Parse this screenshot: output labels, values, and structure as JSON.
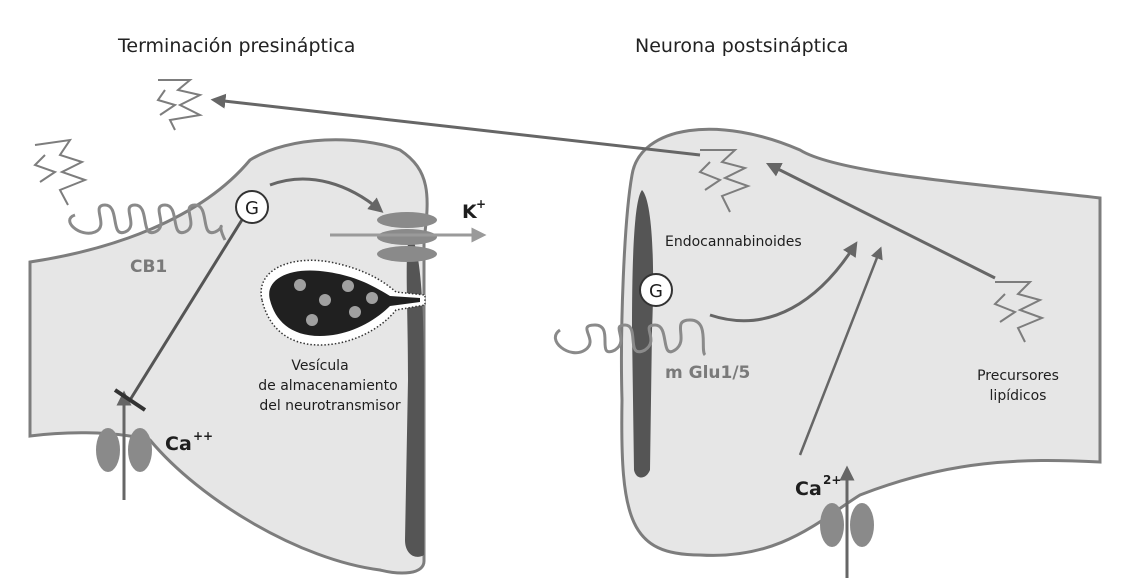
{
  "titles": {
    "presynaptic": "Terminación presináptica",
    "postsynaptic": "Neurona postsináptica"
  },
  "labels": {
    "cb1": "CB1",
    "g_protein": "G",
    "potassium": "K",
    "potassium_sup": "+",
    "calcium_pre": "Ca",
    "calcium_pre_sup": "++",
    "calcium_post": "Ca",
    "calcium_post_sup": "2+",
    "vesicle_line1": "Vesícula",
    "vesicle_line2": "de almacenamiento",
    "vesicle_line3": "del neurotransmisor",
    "endocannabinoids": "Endocannabinoides",
    "mglu": "m Glu1/5",
    "precursors_line1": "Precursores",
    "precursors_line2": "lipídicos"
  },
  "colors": {
    "cell_fill": "#e6e6e6",
    "membrane": "#7d7d7d",
    "arrow": "#666666",
    "dark": "#555555",
    "vesicle": "#202020"
  }
}
